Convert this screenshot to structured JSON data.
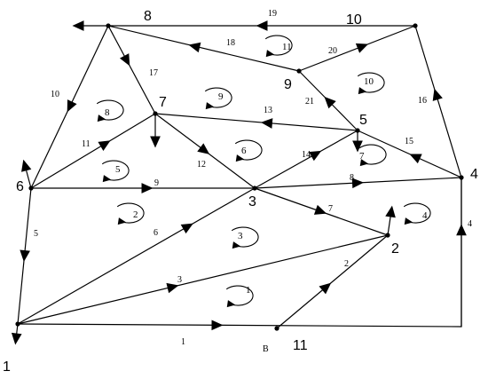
{
  "diagram": {
    "nodes": [
      {
        "id": "n1",
        "label": "1"
      },
      {
        "id": "n2",
        "label": "2"
      },
      {
        "id": "n3",
        "label": "3"
      },
      {
        "id": "n4",
        "label": "4"
      },
      {
        "id": "n5",
        "label": "5"
      },
      {
        "id": "n6",
        "label": "6"
      },
      {
        "id": "n7",
        "label": "7"
      },
      {
        "id": "n8",
        "label": "8"
      },
      {
        "id": "n9",
        "label": "9"
      },
      {
        "id": "n10",
        "label": "10"
      },
      {
        "id": "n11",
        "label": "11"
      }
    ],
    "extra_text": "B",
    "edges": [
      {
        "label": "1"
      },
      {
        "label": "2"
      },
      {
        "label": "3"
      },
      {
        "label": "4"
      },
      {
        "label": "5"
      },
      {
        "label": "6"
      },
      {
        "label": "7"
      },
      {
        "label": "8"
      },
      {
        "label": "9"
      },
      {
        "label": "10"
      },
      {
        "label": "11"
      },
      {
        "label": "12"
      },
      {
        "label": "13"
      },
      {
        "label": "14"
      },
      {
        "label": "15"
      },
      {
        "label": "16"
      },
      {
        "label": "17"
      },
      {
        "label": "18"
      },
      {
        "label": "19"
      },
      {
        "label": "20"
      },
      {
        "label": "21"
      }
    ],
    "loops": [
      {
        "label": "1"
      },
      {
        "label": "2"
      },
      {
        "label": "3"
      },
      {
        "label": "4"
      },
      {
        "label": "5"
      },
      {
        "label": "6"
      },
      {
        "label": "7"
      },
      {
        "label": "8"
      },
      {
        "label": "9"
      },
      {
        "label": "10"
      },
      {
        "label": "11"
      }
    ]
  }
}
